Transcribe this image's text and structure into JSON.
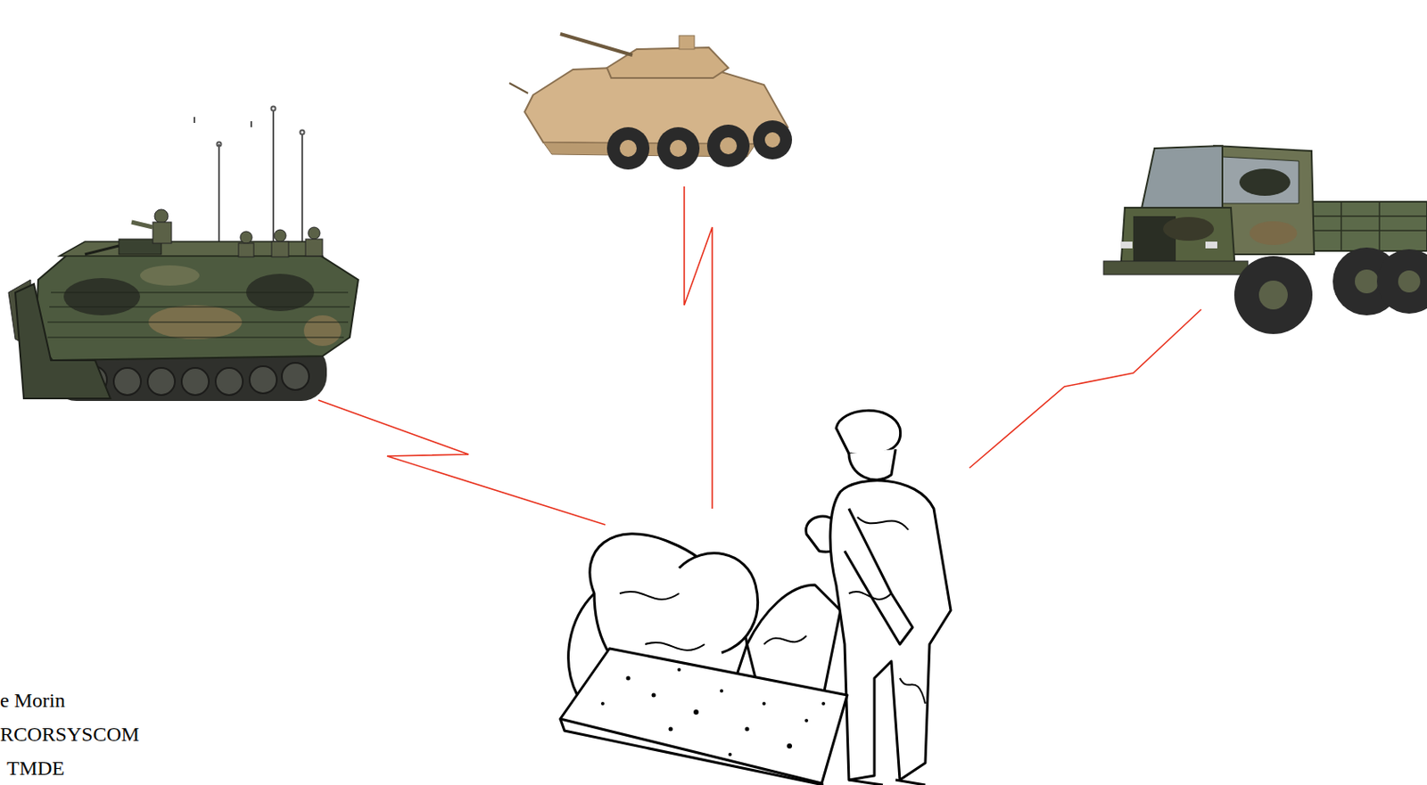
{
  "diagram": {
    "labels": [
      "e Morin",
      "RCORSYSCOM",
      "TMDE"
    ]
  }
}
